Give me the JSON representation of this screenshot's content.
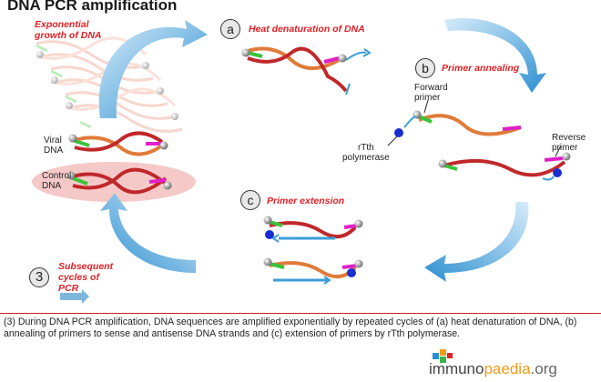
{
  "title": "DNA PCR amplification",
  "exponential_label": [
    "Exponential",
    "growth of DNA"
  ],
  "viral_label": [
    "Viral",
    "DNA"
  ],
  "control_label": [
    "Control",
    "DNA"
  ],
  "steps": [
    {
      "letter": "a",
      "label": "Heat denaturation of DNA"
    },
    {
      "letter": "b",
      "label": "Primer annealing"
    },
    {
      "letter": "c",
      "label": "Primer extension"
    }
  ],
  "step3": {
    "number": "3",
    "label": [
      "Subsequent",
      "cycles of",
      "PCR"
    ]
  },
  "forward_primer": [
    "Forward",
    "primer"
  ],
  "reverse_primer": [
    "Reverse",
    "primer"
  ],
  "polymerase": [
    "rTth",
    "polymerase"
  ],
  "caption": "(3) During DNA PCR amplification, DNA sequences are amplified exponentially by repeated cycles of (a) heat denaturation of DNA, (b) annealing of primers to sense and antisense DNA strands and (c) extension of primers by rTth polymerase.",
  "brand": {
    "part1": "immuno",
    "part2": "paedia",
    "part3": ".org"
  },
  "colors": {
    "accent_red": "#e21f26",
    "arrow_blue": "#3a9fd8",
    "strand_orange": "#e07b39",
    "strand_red": "#c0282a",
    "primer_green": "#3cc33c",
    "primer_magenta": "#e020c8",
    "polymerase_blue": "#1a2fd0",
    "control_oval": "#f6c9c9"
  }
}
